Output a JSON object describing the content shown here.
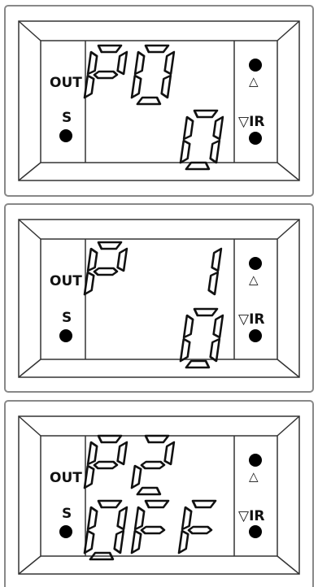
{
  "panels": [
    {
      "top": "P0",
      "bottom": "0"
    },
    {
      "top": "P 1",
      "bottom": "0"
    },
    {
      "top": "P2",
      "bottom": "OFF"
    }
  ],
  "labels": {
    "out": "OUT",
    "s": "S",
    "up": "△",
    "down_ir": "▽IR"
  },
  "colors": {
    "segment_stroke": "#111111",
    "frame": "#333333",
    "background": "#ffffff"
  }
}
